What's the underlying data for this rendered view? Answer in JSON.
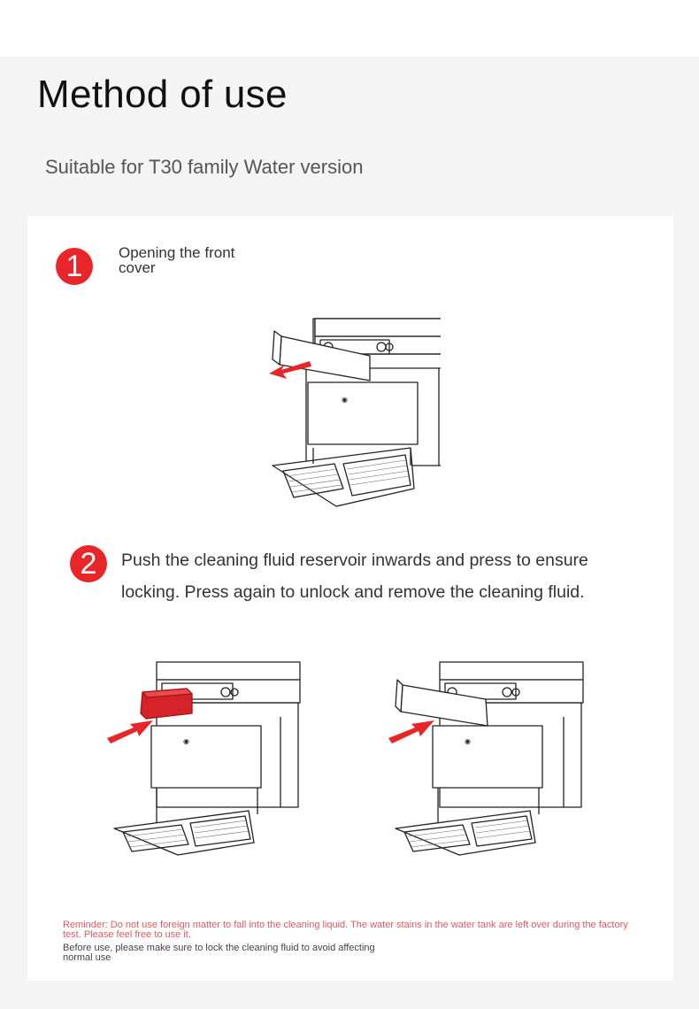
{
  "page": {
    "title": "Method of use",
    "subtitle": "Suitable for T30 family Water version"
  },
  "steps": [
    {
      "number": "1",
      "text": "Opening the front cover"
    },
    {
      "number": "2",
      "text": "Push the cleaning fluid reservoir inwards and press to ensure locking. Press again to unlock and remove the cleaning fluid."
    }
  ],
  "footer": {
    "reminder": "Reminder: Do not use foreign matter to fall into the cleaning liquid. The water stains in the water tank are left over during the factory test. Please feel free to use it.",
    "note": "Before use, please make sure to lock the cleaning fluid to avoid affecting normal use"
  },
  "colors": {
    "accent": "#e8262a",
    "reminder_text": "#e05a5d"
  },
  "illustrations": [
    {
      "name": "station-front-cover-open-illustration",
      "arrow": "red arrow pointing outwards"
    },
    {
      "name": "station-reservoir-insert-illustration",
      "arrow": "red arrow pointing inwards"
    },
    {
      "name": "station-reservoir-locked-illustration",
      "arrow": "red arrow pointing inwards"
    }
  ]
}
